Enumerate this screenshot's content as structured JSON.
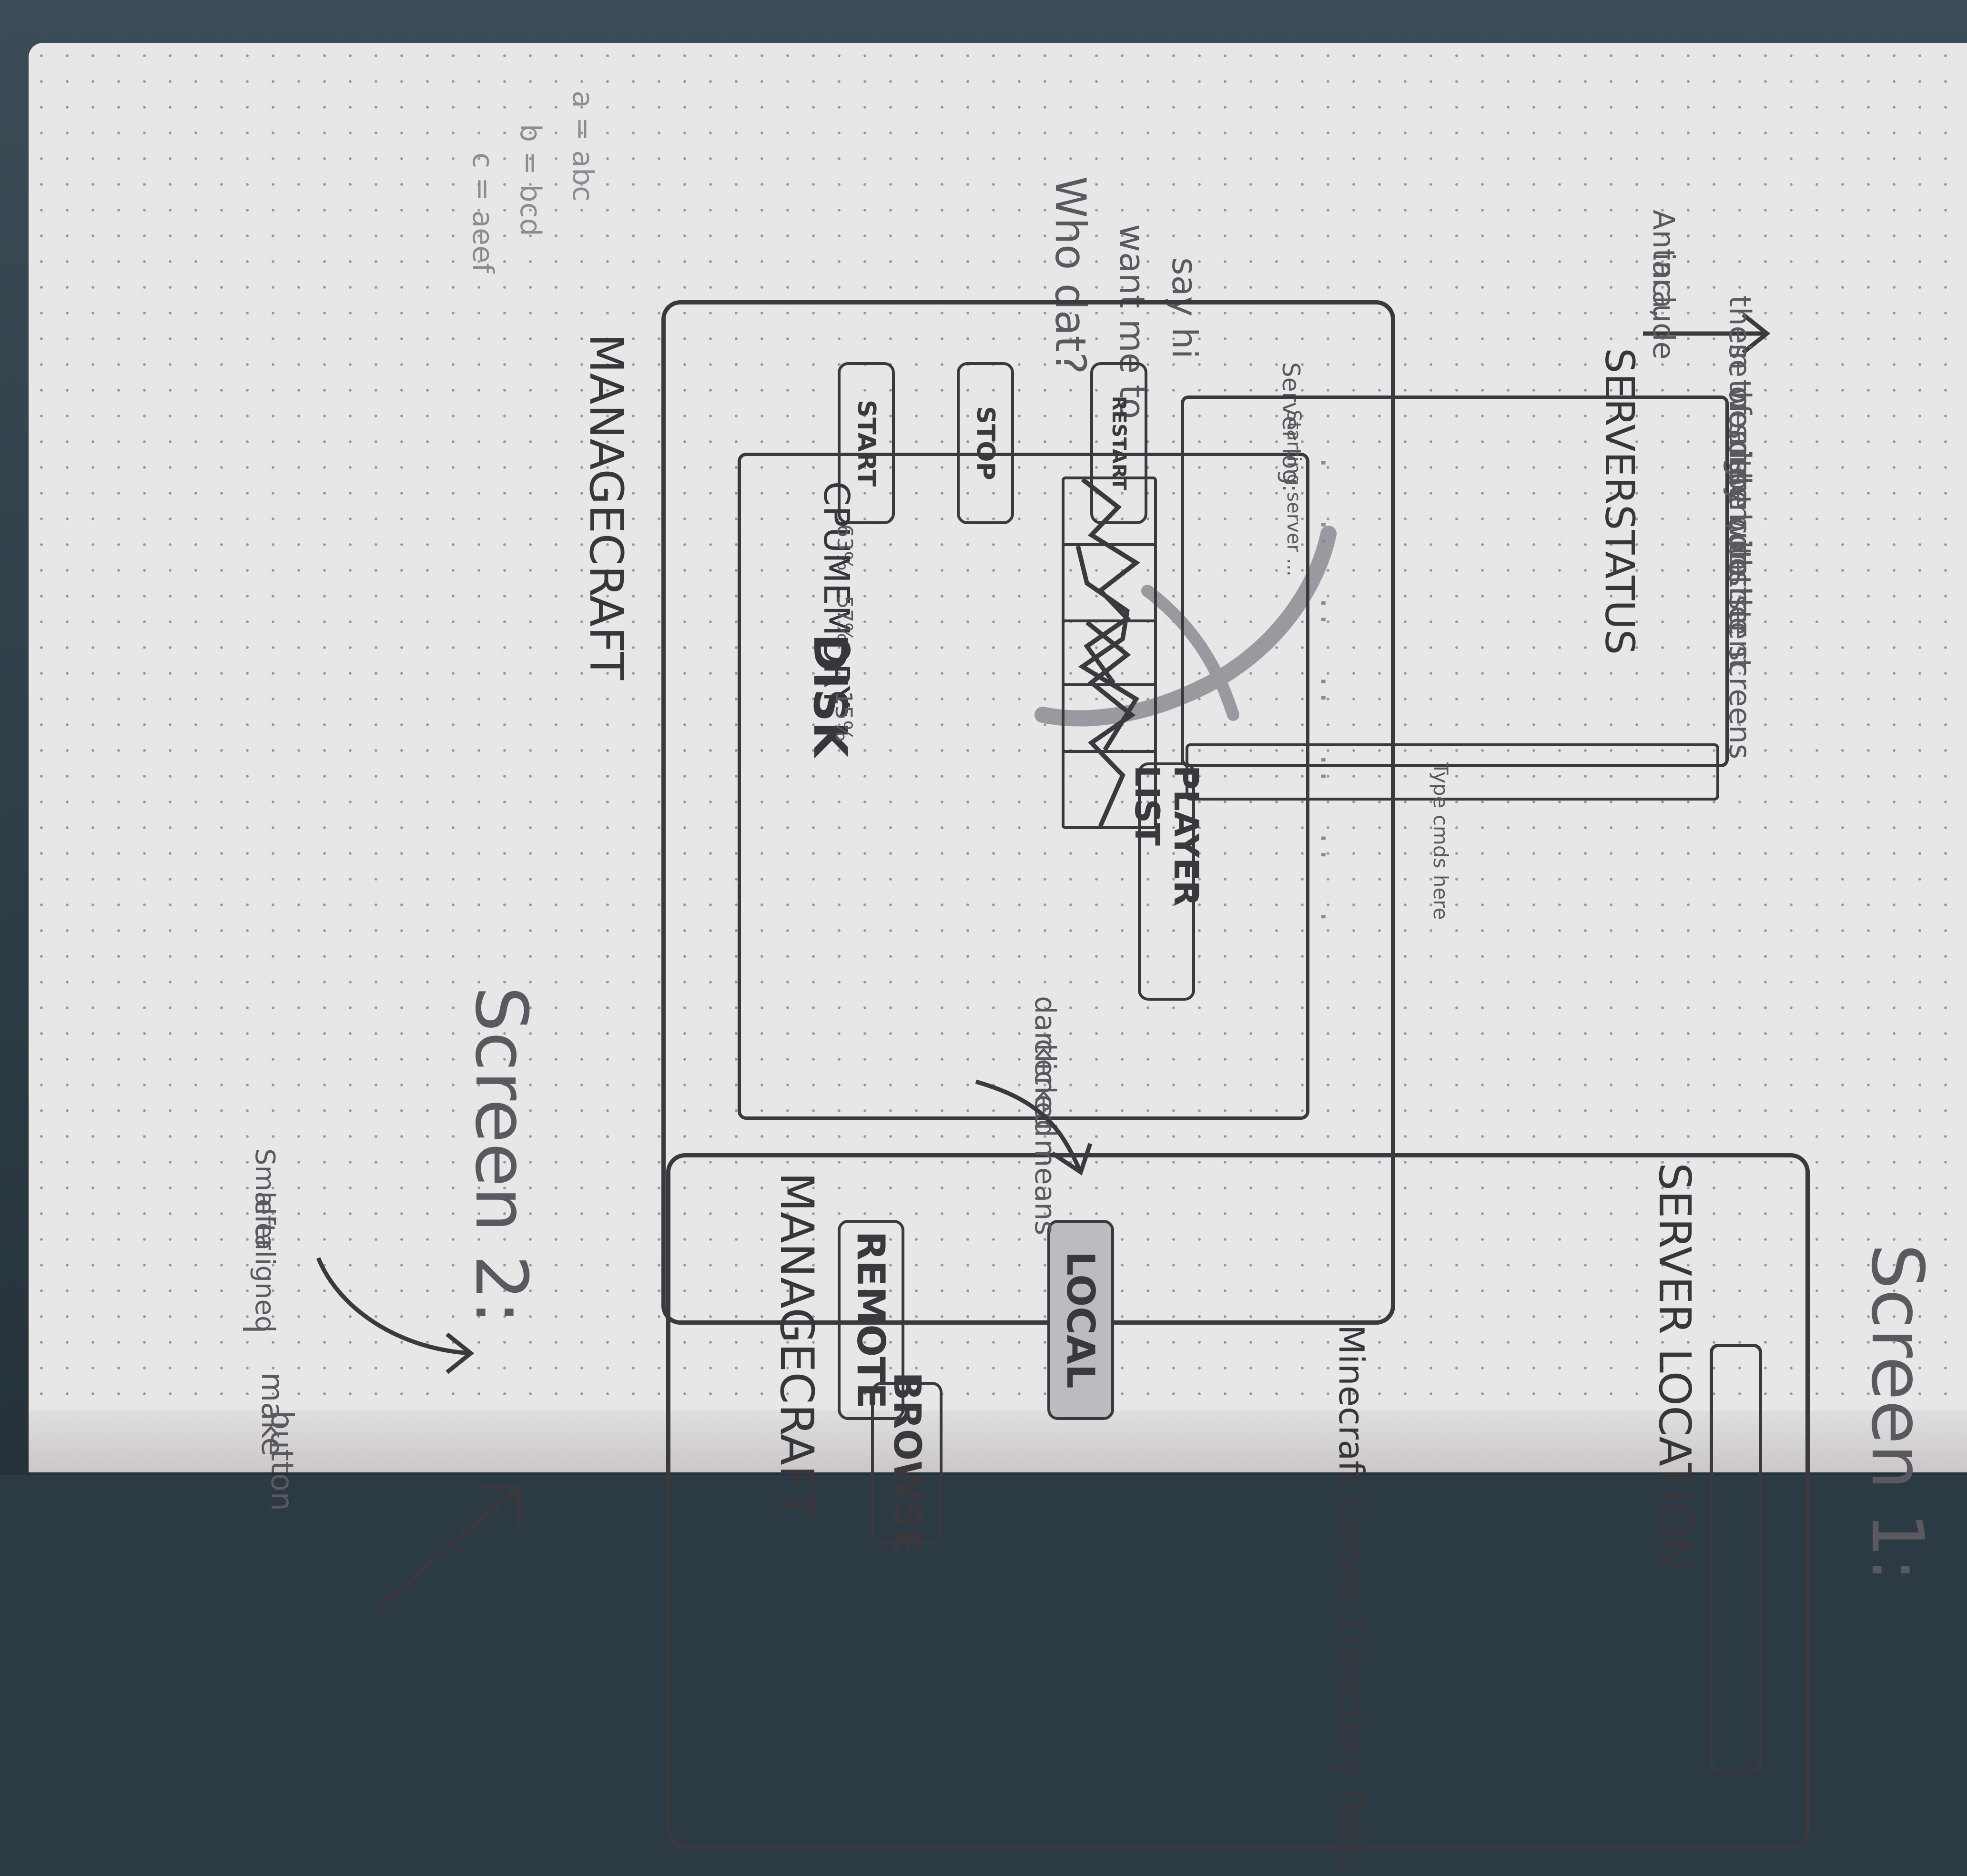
{
  "screen1": {
    "heading": "Screen 1:",
    "app_title": "MANAGECRAFT",
    "buttons": {
      "start": "START",
      "stop": "STOP",
      "restart": "RESTART"
    },
    "stats": [
      {
        "label": "CPU",
        "value": "63%"
      },
      {
        "label": "MEMORY",
        "value": "57%"
      },
      {
        "label": "DISK",
        "value": "15%"
      }
    ],
    "player_list_label": "PLAYER LIST",
    "server_log_label": "Server log:",
    "server_status_label": "SERVERSTATUS",
    "log_first_line": "Starting server ...",
    "command_input_placeholder": "Type cmds here",
    "note_right": [
      "Antara,",
      "include",
      "these words",
      "in the right",
      "of screen, be",
      "artsy but",
      "be consistent",
      "with the",
      "other screens"
    ],
    "doodle_text": [
      "Who dat?",
      "want me to",
      "say hi"
    ],
    "top_scribble": [
      "a = abc",
      "b = bcd",
      "c = aeef"
    ]
  },
  "screen2": {
    "heading": "Screen 2:",
    "app_title": "MANAGECRAFT",
    "tabs": {
      "remote": "REMOTE",
      "local": "LOCAL"
    },
    "server_location_label": "SERVER LOCATION",
    "path_label": "Minecraft Server Directory Path:",
    "browse_label": "BROWSE",
    "note_darkened": [
      "darkened means",
      "clicked"
    ],
    "note_smaller": [
      "Smaller",
      "left",
      "aligned"
    ],
    "note_button": [
      "I",
      "make",
      "button"
    ]
  }
}
